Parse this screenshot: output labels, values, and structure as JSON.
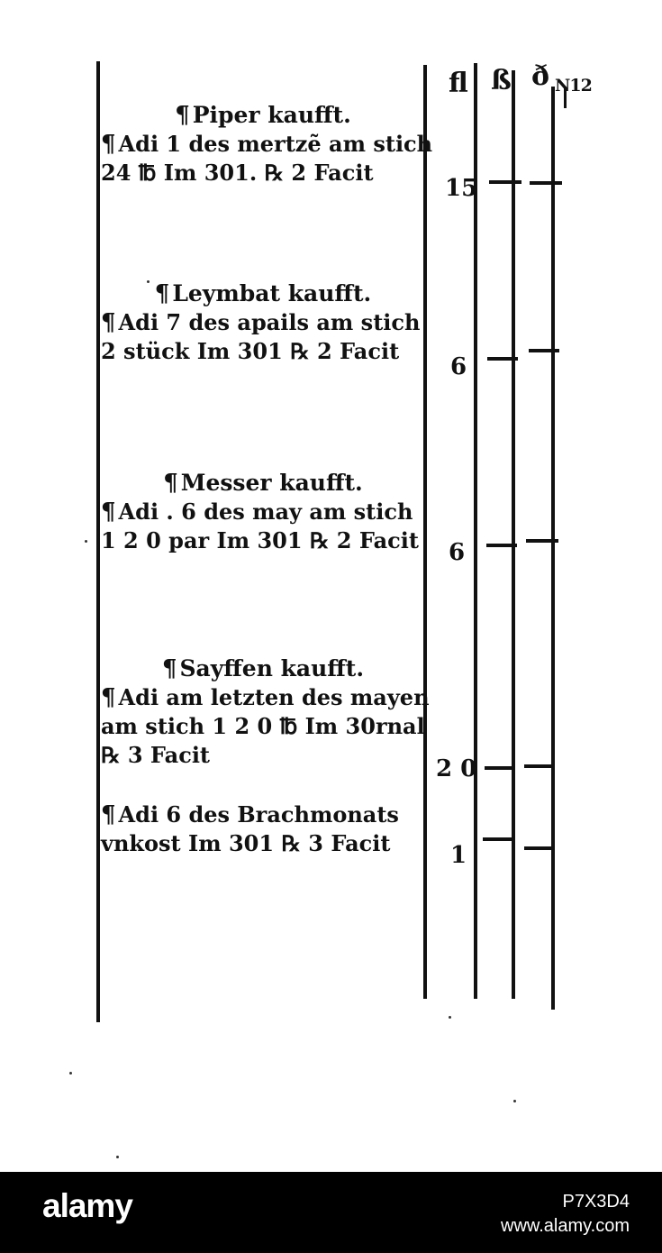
{
  "columns": {
    "florin": "fl",
    "schilling": "ß",
    "denar": "ð"
  },
  "page_number": "N12",
  "entries": [
    {
      "heading": "Piper kaufft.",
      "lines": [
        "Adi 1 des mertzẽ am stich",
        "24 ℔ Im 301. ℞ 2 Facit"
      ],
      "amount": "15"
    },
    {
      "heading": "Leymbat kaufft.",
      "lines": [
        "Adi 7 des apails am stich",
        "2 stück Im 301 ℞ 2 Facit"
      ],
      "amount": "6"
    },
    {
      "heading": "Messer kaufft.",
      "lines": [
        "Adi . 6 des may am stich",
        "1 2 0 par Im 301 ℞ 2 Facit"
      ],
      "amount": "6"
    },
    {
      "heading": "Sayffen kaufft.",
      "lines": [
        "Adi am letzten des mayen",
        "am stich 1 2 0 ℔ Im 30rnal",
        "℞ 3 Facit"
      ],
      "amount": "2 0"
    },
    {
      "heading": "",
      "lines": [
        "Adi 6 des Brachmonats",
        "vnkost Im 301 ℞ 3 Facit"
      ],
      "amount": "1"
    }
  ],
  "footer": {
    "logo": "alamy",
    "image_id": "P7X3D4",
    "site": "www.alamy.com"
  }
}
